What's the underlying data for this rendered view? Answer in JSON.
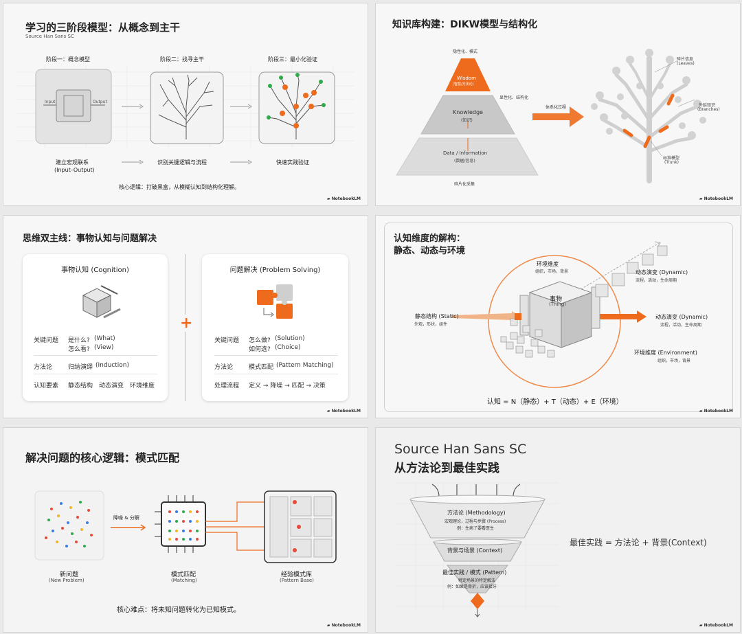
{
  "badge": "NotebookLM",
  "colors": {
    "accent": "#ee6a1c",
    "text": "#222222",
    "muted": "#666666"
  },
  "slide1": {
    "title": "学习的三阶段模型：从概念到主干",
    "subtitle": "Source Han Sans SC",
    "stage1": "阶段一：概念模型",
    "stage2": "阶段二：找寻主干",
    "stage3": "阶段三：最小化验证",
    "input": "Input",
    "output": "Output",
    "cap1a": "建立宏观联系",
    "cap1b": "(Input–Output)",
    "cap2": "识别关键逻辑与流程",
    "cap3": "快速实践验证",
    "footer": "核心逻辑：打破黑盒，从模糊认知到结构化理解。"
  },
  "slide2": {
    "title": "知识库构建：DIKW模型与结构化",
    "implicit": "隐性化、模式",
    "wisdom": "Wisdom",
    "wisdom_cn": "(智慧/方法论)",
    "explicit": "显性化、结构化",
    "knowledge": "Knowledge",
    "knowledge_cn": "(知识)",
    "data": "Data / Information",
    "data_cn": "(数据/信息)",
    "fragment": "碎片化采集",
    "arrow_label": "体系化过程",
    "leaves": "碎片信息",
    "leaves_en": "(Leaves)",
    "branches": "外延知识",
    "branches_en": "(Branches)",
    "trunk": "标准模型",
    "trunk_en": "(Trunk)"
  },
  "slide3": {
    "title": "思维双主线：事物认知与问题解决",
    "left_title": "事物认知 (Cognition)",
    "right_title": "问题解决 (Problem Solving)",
    "k_q": "关键问题",
    "l_q1": "是什么?",
    "l_q1_en": "(What)",
    "l_q2": "怎么看?",
    "l_q2_en": "(View)",
    "k_m": "方法论",
    "l_m": "归纳演绎",
    "l_m_en": "(Induction)",
    "k_e": "认知要素",
    "l_e1": "静态结构",
    "l_e2": "动态演变",
    "l_e3": "环境维度",
    "r_q1": "怎么做?",
    "r_q1_en": "(Solution)",
    "r_q2": "如何选?",
    "r_q2_en": "(Choice)",
    "r_m": "模式匹配",
    "r_m_en": "(Pattern Matching)",
    "k_p": "处理流程",
    "r_p": "定义 → 降噪 → 匹配 → 决策",
    "plus": "+"
  },
  "slide4": {
    "title1": "认知维度的解构：",
    "title2": "静态、动态与环境",
    "env_top": "环境维度",
    "env_top_sub": "组织，市场，背景",
    "thing": "事物",
    "thing_en": "(Thing)",
    "static": "静态结构 (Static)",
    "static_sub": "外观，形状，组件",
    "dyn_top": "动态演变 (Dynamic)",
    "dyn_top_sub": "流程，活动，生命周期",
    "dyn_mid": "动态演变 (Dynamic)",
    "dyn_mid_sub": "流程，活动，生命周期",
    "env_bot": "环境维度 (Environment)",
    "env_bot_sub": "组织，市场，背景",
    "formula": "认知 = N（静态）+ T（动态）+ E（环境）"
  },
  "slide5": {
    "title": "解决问题的核心逻辑：模式匹配",
    "arrow": "降噪 & 分解",
    "new": "新问题",
    "new_en": "(New Problem)",
    "match": "模式匹配",
    "match_en": "(Matching)",
    "base": "经验模式库",
    "base_en": "(Pattern Base)",
    "footer": "核心难点：将未知问题转化为已知模式。"
  },
  "slide6": {
    "title1": "Source Han Sans SC",
    "title2": "从方法论到最佳实践",
    "m_title": "方法论 (Methodology)",
    "m_sub1": "宏观理论，过程与步骤 (Process)",
    "m_sub2": "例：生病了要看医生",
    "c_title": "背景与场景 (Context)",
    "p_title": "最佳实践 / 模式 (Pattern)",
    "p_sub1": "特定场景的特定解法",
    "p_sub2": "例：如果是骨折，应该接牙",
    "formula": "最佳实践 = 方法论 + 背景(Context)"
  }
}
